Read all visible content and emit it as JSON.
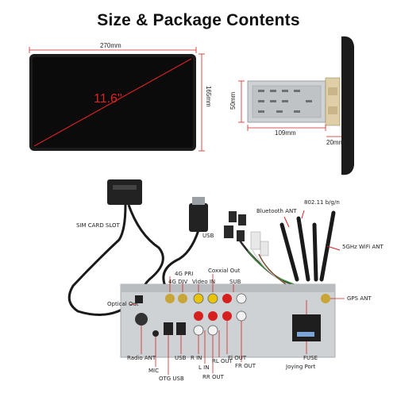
{
  "title": "Size & Package Contents",
  "screen": {
    "width_label": "270mm",
    "height_label": "165mm",
    "diagonal_label": "11.6\""
  },
  "chassis": {
    "height_label": "50mm",
    "depth_label": "109mm",
    "side_label": "20mm"
  },
  "labels": {
    "sim_card_slot": "SIM CARD SLOT",
    "usb_top": "USB",
    "bluetooth_ant": "Bluetooth ANT",
    "wifi_80211": "802.11 b/g/n",
    "wifi_5ghz": "5GHz WiFi ANT",
    "g4_pri": "4G PRI",
    "g4_div": "4G DIV",
    "video_in": "Video IN",
    "coaxial_out": "Coxxial Out",
    "sub": "SUB",
    "optical_out": "Optical Out",
    "gps_ant": "GPS ANT",
    "radio_ant": "Radio ANT",
    "mic": "MIC",
    "otg_usb": "OTG USB",
    "usb_bottom": "USB",
    "r_in": "R IN",
    "l_in": "L IN",
    "rl_out": "RL OUT",
    "rr_out": "RR OUT",
    "fl_out": "Fl OUT",
    "fr_out": "FR OUT",
    "joying_port": "Joying Port",
    "fuse": "FUSE"
  },
  "colors": {
    "dimension_red": "#d22222",
    "rca_red": "#d62020",
    "rca_white": "#f2f2f2",
    "rca_yellow": "#e9c400",
    "gold": "#c9a437",
    "cable_black": "#1a1a1a",
    "chassis_gray": "#cfd2d4"
  }
}
